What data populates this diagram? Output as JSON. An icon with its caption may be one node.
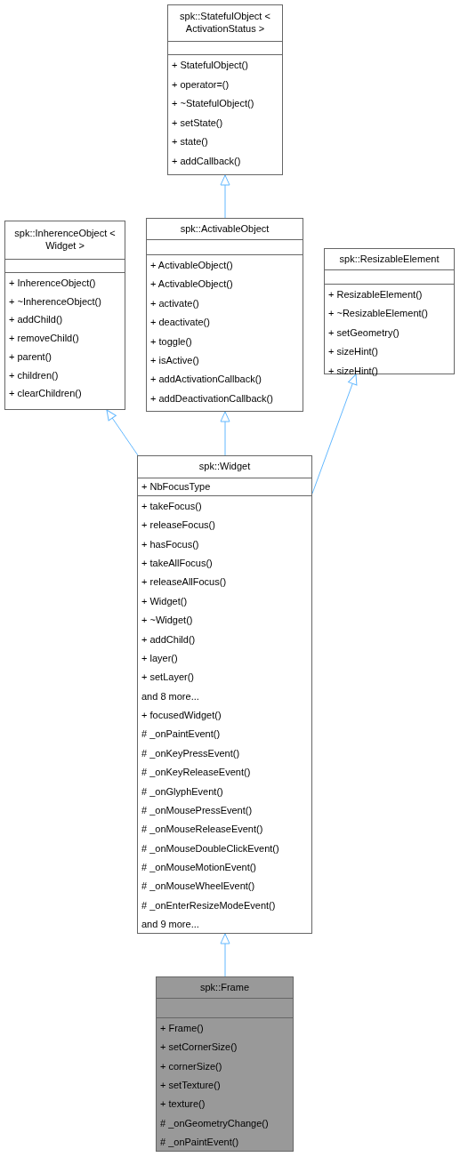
{
  "diagram": {
    "nodes": [
      {
        "text": [
          "spk::StatefulObject < ActivationStatus >",
          "+ StatefulObject()",
          "+ operator=()",
          "+ ~StatefulObject()",
          "+ setState()",
          "+ state()",
          "+ addCallback()"
        ]
      },
      {
        "text": [
          "spk::InherenceObject < Widget >",
          "+ InherenceObject()",
          "+ ~InherenceObject()",
          "+ addChild()",
          "+ removeChild()",
          "+ parent()",
          "+ children()",
          "+ clearChildren()"
        ]
      },
      {
        "text": [
          "spk::ActivableObject",
          "+ ActivableObject()",
          "+ ActivableObject()",
          "+ activate()",
          "+ deactivate()",
          "+ toggle()",
          "+ isActive()",
          "+ addActivationCallback()",
          "+ addDeactivationCallback()"
        ]
      },
      {
        "text": [
          "spk::ResizableElement",
          "+ ResizableElement()",
          "+ ~ResizableElement()",
          "+ setGeometry()",
          "+ sizeHint()",
          "+ sizeHint()"
        ]
      },
      {
        "text": [
          "spk::Widget",
          "+ NbFocusType",
          "+ takeFocus()",
          "+ releaseFocus()",
          "+ hasFocus()",
          "+ takeAllFocus()",
          "+ releaseAllFocus()",
          "+ Widget()",
          "+ ~Widget()",
          "+ addChild()",
          "+ layer()",
          "+ setLayer()",
          "and 8 more...",
          "+ focusedWidget()",
          "# _onPaintEvent()",
          "# _onKeyPressEvent()",
          "# _onKeyReleaseEvent()",
          "# _onGlyphEvent()",
          "# _onMousePressEvent()",
          "# _onMouseReleaseEvent()",
          "# _onMouseDoubleClickEvent()",
          "# _onMouseMotionEvent()",
          "# _onMouseWheelEvent()",
          "# _onEnterResizeModeEvent()",
          "and 9 more..."
        ]
      },
      {
        "text": [
          "spk::Frame",
          "+ Frame()",
          "+ setCornerSize()",
          "+ cornerSize()",
          "+ setTexture()",
          "+ texture()",
          "# _onGeometryChange()",
          "# _onPaintEvent()"
        ]
      }
    ],
    "edges": [
      {
        "from": 2,
        "to": 0,
        "arrow": "to"
      },
      {
        "from": 4,
        "to": 1,
        "arrow": "to"
      },
      {
        "from": 4,
        "to": 2,
        "arrow": "to"
      },
      {
        "from": 4,
        "to": 3,
        "arrow": "to"
      },
      {
        "from": 5,
        "to": 4,
        "arrow": "to"
      }
    ]
  }
}
